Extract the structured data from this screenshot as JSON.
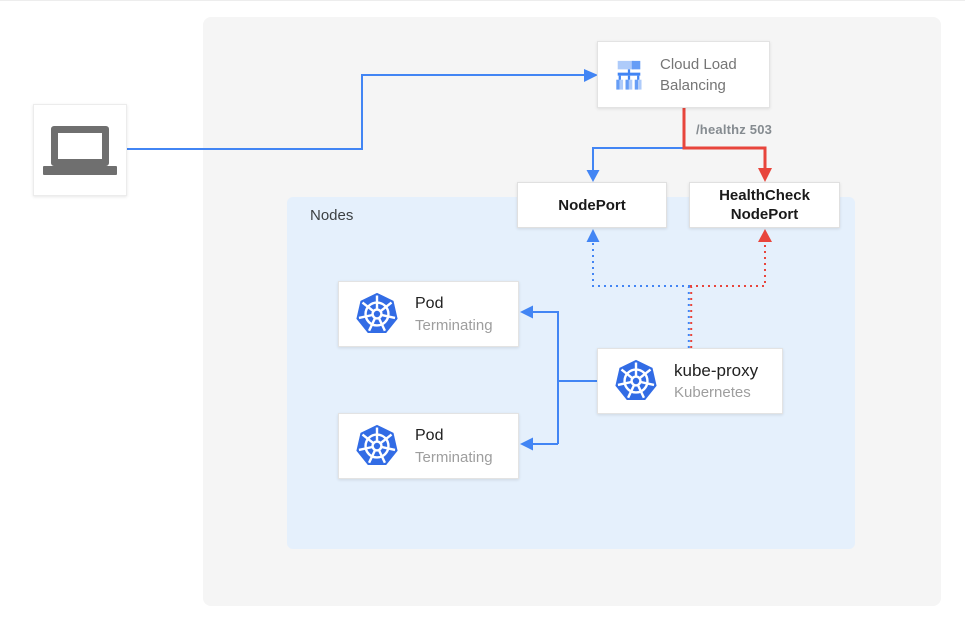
{
  "colors": {
    "blue": "#4285F4",
    "red": "#E8453C",
    "kubernetes_blue": "#326CE5",
    "panel_gray": "#F5F5F5",
    "panel_light_blue": "#E5F0FC",
    "text_dark": "#212121",
    "text_gray": "#9E9E9E"
  },
  "client": {
    "name": "client laptop"
  },
  "clb": {
    "line1": "Cloud Load",
    "line2": "Balancing"
  },
  "edge_label": {
    "text": "/healthz 503"
  },
  "nodes_panel": {
    "label": "Nodes"
  },
  "nodeport": {
    "label": "NodePort"
  },
  "healthcheck": {
    "line1": "HealthCheck",
    "line2": "NodePort"
  },
  "pods": [
    {
      "title": "Pod",
      "subtitle": "Terminating"
    },
    {
      "title": "Pod",
      "subtitle": "Terminating"
    }
  ],
  "kube_proxy": {
    "title": "kube-proxy",
    "subtitle": "Kubernetes"
  }
}
